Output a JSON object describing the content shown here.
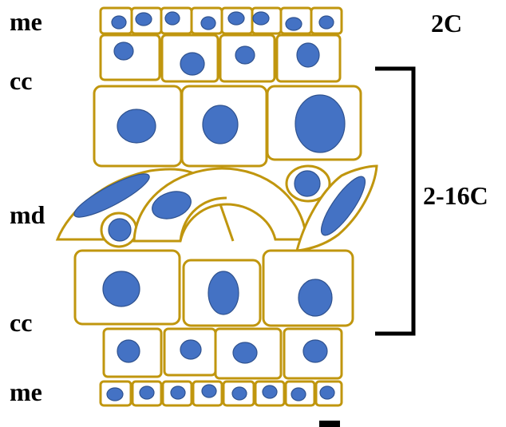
{
  "labels": {
    "me_top": "me",
    "cc_top": "cc",
    "md": "md",
    "cc_bottom": "cc",
    "me_bottom": "me",
    "ploidy_top": "2C",
    "ploidy_range": "2-16C"
  },
  "colors": {
    "cell_wall": "#c0960e",
    "cell_fill": "#ffffff",
    "nucleus": "#4472c4",
    "nucleus_stroke": "#2f528f",
    "text": "#000000"
  }
}
